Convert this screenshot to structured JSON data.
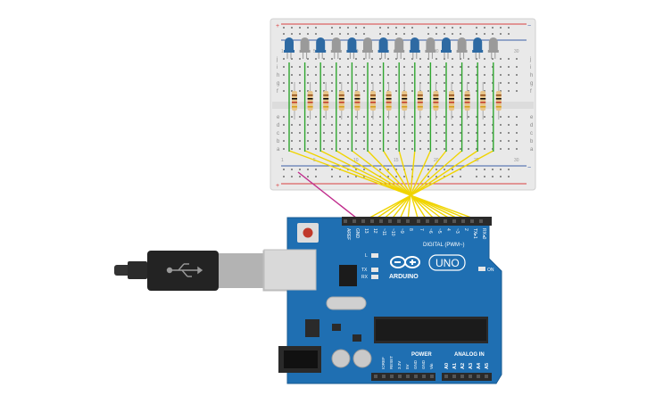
{
  "colors": {
    "breadboard": "#e9e9e9",
    "rail_red": "#d94141",
    "rail_blue": "#3a5ea8",
    "led_on": "#2e6aa3",
    "led_off": "#9a9a9a",
    "resistor": "#e8c58a",
    "wire_green": "#2fa62f",
    "wire_yellow": "#f0d400",
    "wire_magenta": "#c02b8c",
    "arduino": "#1f6fb2",
    "cable": "#333333"
  },
  "leds": [
    {
      "icon": "led-icon",
      "state": "on"
    },
    {
      "icon": "led-icon",
      "state": "off"
    },
    {
      "icon": "led-icon",
      "state": "on"
    },
    {
      "icon": "led-icon",
      "state": "off"
    },
    {
      "icon": "led-icon",
      "state": "on"
    },
    {
      "icon": "led-icon",
      "state": "off"
    },
    {
      "icon": "led-icon",
      "state": "on"
    },
    {
      "icon": "led-icon",
      "state": "off"
    },
    {
      "icon": "led-icon",
      "state": "on"
    },
    {
      "icon": "led-icon",
      "state": "off"
    },
    {
      "icon": "led-icon",
      "state": "on"
    },
    {
      "icon": "led-icon",
      "state": "off"
    },
    {
      "icon": "led-icon",
      "state": "on"
    },
    {
      "icon": "led-icon",
      "state": "off"
    }
  ],
  "breadboard": {
    "row_labels_top": [
      "j",
      "i",
      "h",
      "g",
      "f"
    ],
    "row_labels_bottom": [
      "e",
      "d",
      "c",
      "b",
      "a"
    ],
    "col_labels": [
      "1",
      "5",
      "10",
      "15",
      "20",
      "25",
      "30"
    ],
    "rail_plus": "+",
    "rail_minus": "−"
  },
  "arduino": {
    "brand": "ARDUINO",
    "model": "UNO",
    "digital_header": "DIGITAL (PWM~)",
    "analog_header": "ANALOG IN",
    "power_header": "POWER",
    "led_l": "L",
    "led_tx": "TX",
    "led_rx": "RX",
    "on_label": "ON",
    "pin_labels_digital": [
      "AREF",
      "GND",
      "13",
      "12",
      "~11",
      "~10",
      "~9",
      "8",
      "7",
      "~6",
      "~5",
      "4",
      "~3",
      "2",
      "TX▸1",
      "RX◂0"
    ],
    "pin_labels_power": [
      "IOREF",
      "RESET",
      "3.3V",
      "5V",
      "GND",
      "GND",
      "Vin"
    ],
    "pin_labels_analog": [
      "A0",
      "A1",
      "A2",
      "A3",
      "A4",
      "A5"
    ]
  }
}
